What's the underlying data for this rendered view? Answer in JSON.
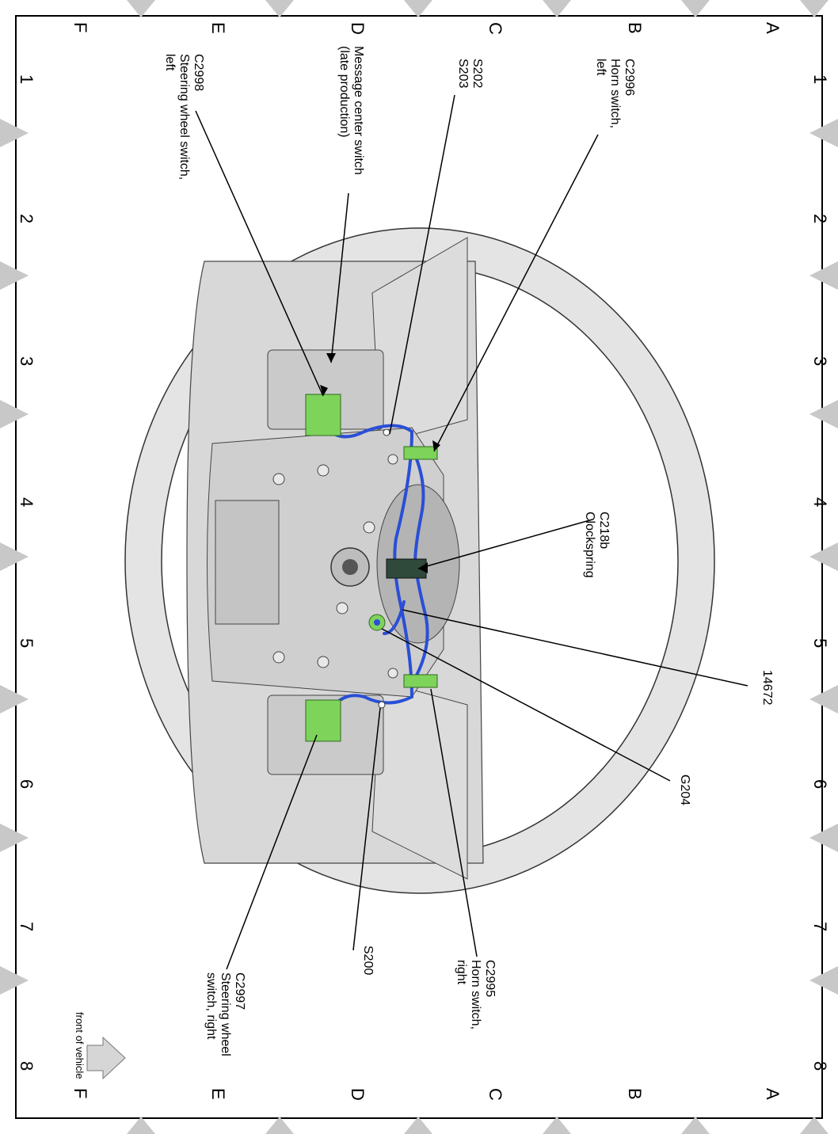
{
  "grid": {
    "rows": [
      "A",
      "B",
      "C",
      "D",
      "E",
      "F"
    ],
    "cols": [
      "1",
      "2",
      "3",
      "4",
      "5",
      "6",
      "7",
      "8"
    ]
  },
  "colors": {
    "wire": "#2a4fd6",
    "connector": "#7ed35b",
    "wheel": "#e4e4e4",
    "marker": "#c8c8c8"
  },
  "callouts": {
    "c2996": [
      "C2996",
      "Horn switch,",
      "left"
    ],
    "s202": [
      "S202",
      "S203"
    ],
    "message_center": [
      "Message center switch",
      "(late production)"
    ],
    "c2998": [
      "C2998",
      "Steering wheel switch,",
      "left"
    ],
    "c218b": [
      "C218b",
      "Clockspring"
    ],
    "p14672": [
      "14672"
    ],
    "g204": [
      "G204"
    ],
    "s200": [
      "S200"
    ],
    "c2995": [
      "C2995",
      "Horn switch,",
      "right"
    ],
    "c2997": [
      "C2997",
      "Steering wheel",
      "switch, right"
    ],
    "front": [
      "front of vehicle"
    ]
  }
}
